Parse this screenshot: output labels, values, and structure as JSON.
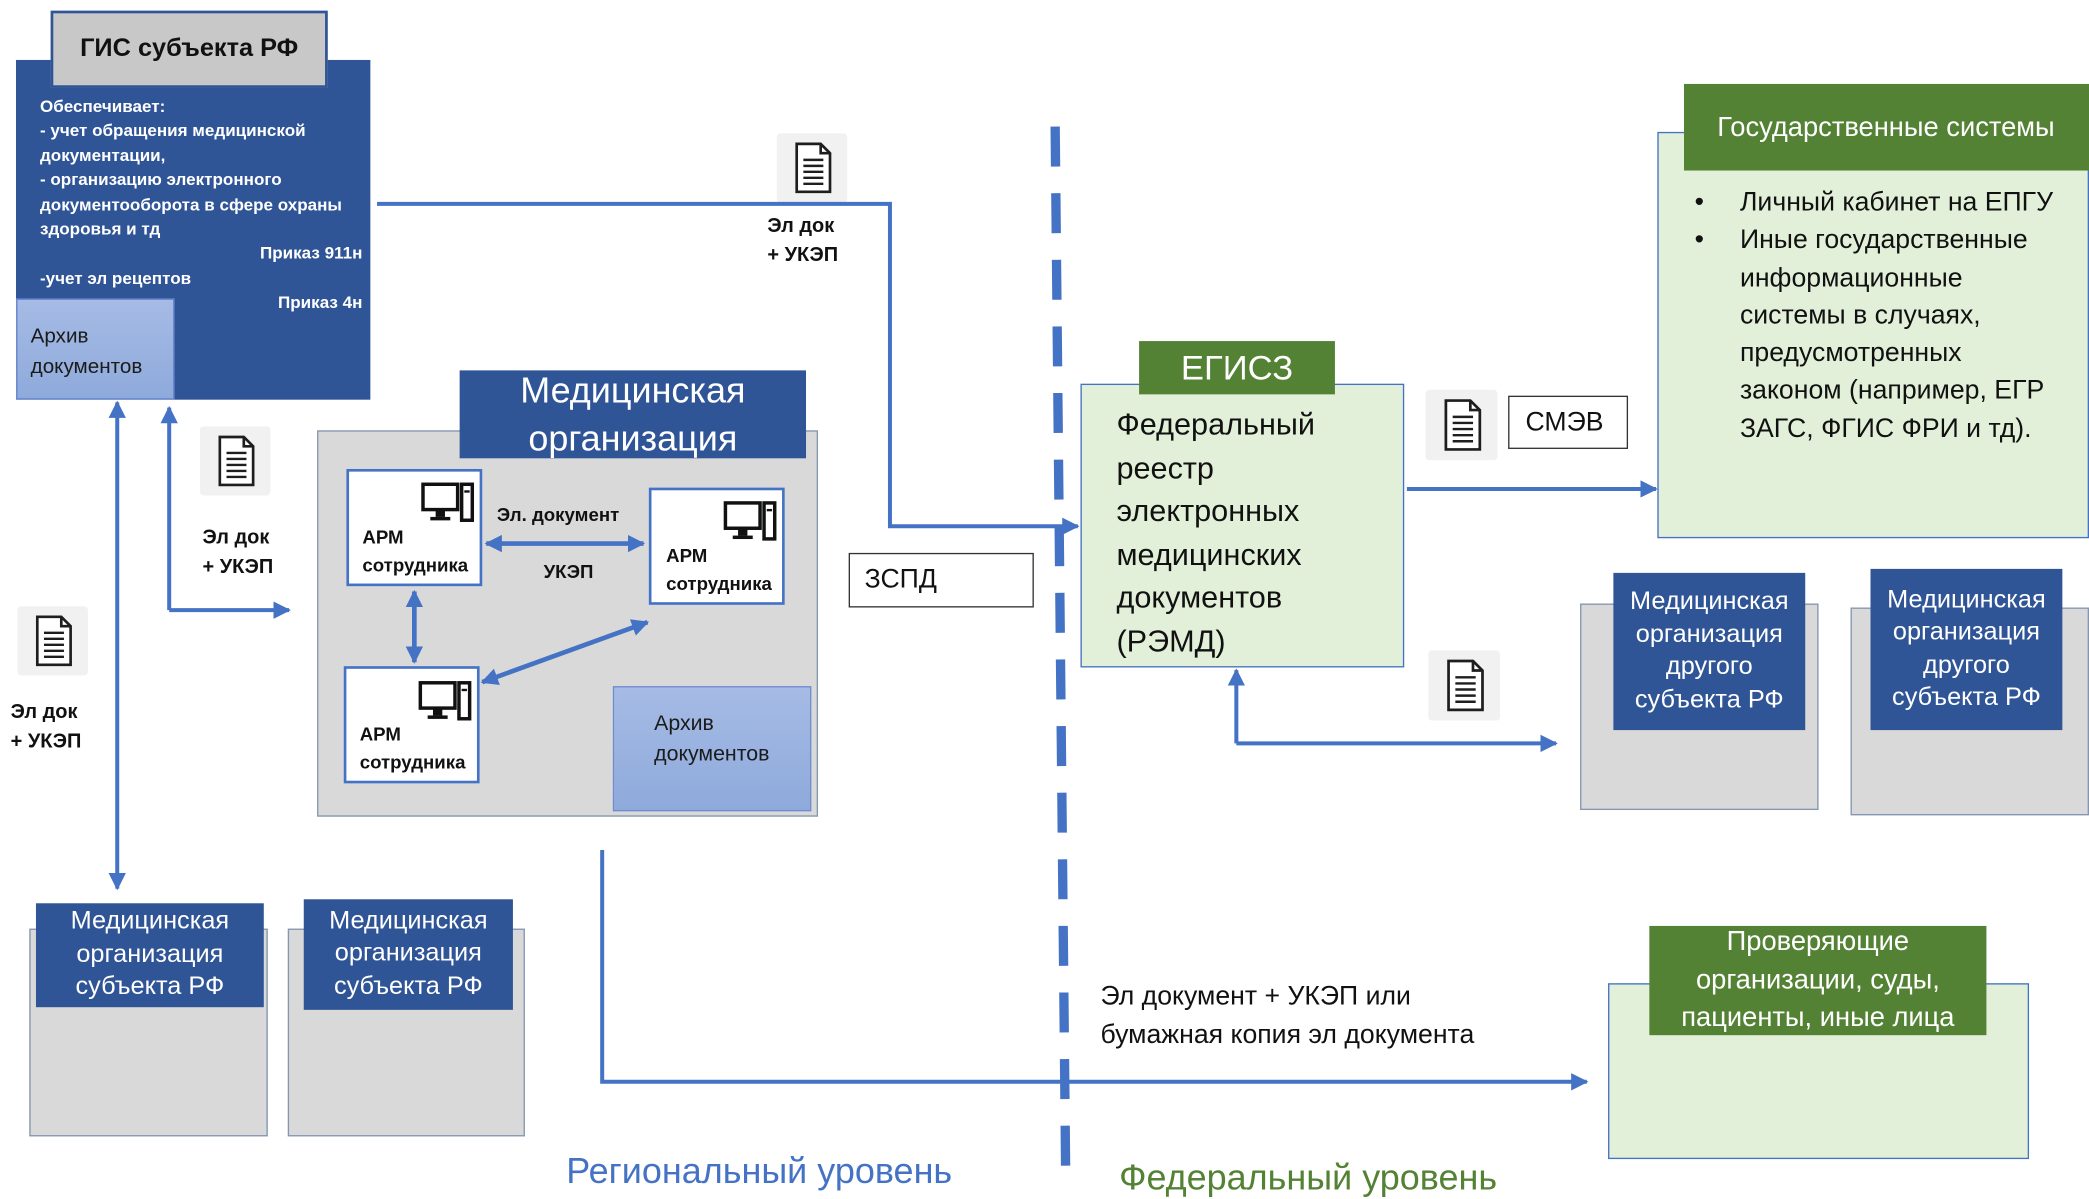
{
  "colors": {
    "dark_blue": "#2f5597",
    "connector_blue": "#4472c4",
    "archive_blue": "#8eaadb",
    "green": "#548235",
    "light_green": "#e2f0d9",
    "gray": "#d9d9d9"
  },
  "icons": {
    "document": "document-icon",
    "workstation": "computer-icon"
  },
  "gis": {
    "title": "ГИС субъекта РФ",
    "provides": "Обеспечивает:",
    "item1": "- учет обращения медицинской\nдокументации,",
    "item2": "- организацию электронного\nдокументооборота в сфере охраны\nздоровья и тд",
    "order1": "Приказ 911н",
    "item3": "-учет эл рецептов",
    "order2": "Приказ 4н",
    "archive": "Архив\nдокументов"
  },
  "doc_labels": {
    "gis_to_egisz": "Эл док\n+ УКЭП",
    "gis_to_medical_org": "Эл док\n+ УКЭП",
    "gis_to_region_orgs": "Эл док\n+ УКЭП"
  },
  "medical_org": {
    "title": "Медицинская\nорганизация",
    "arm": [
      "АРМ\nсотрудника",
      "АРМ\nсотрудника",
      "АРМ\nсотрудника"
    ],
    "exchange_label": "Эл. документ",
    "exchange_sign": "УКЭП",
    "archive": "Архив\nдокументов"
  },
  "zspd": "ЗСПД",
  "egisz": {
    "title": "ЕГИСЗ",
    "registry": "Федеральный\nреестр\nэлектронных\nмедицинских\nдокументов\n(РЭМД)"
  },
  "smev": "СМЭВ",
  "gov_systems": {
    "title": "Государственные системы",
    "items": [
      "Личный кабинет на ЕПГУ",
      "Иные государственные\nинформационные\nсистемы в случаях,\nпредусмотренных\nзаконом (например, ЕГР\nЗАГС, ФГИС ФРИ и тд)."
    ]
  },
  "other_region_orgs": [
    "Медицинская\nорганизация\nдругого\nсубъекта РФ",
    "Медицинская\nорганизация\nдругого\nсубъекта РФ"
  ],
  "region_orgs": [
    "Медицинская\nорганизация\nсубъекта РФ",
    "Медицинская\nорганизация\nсубъекта РФ"
  ],
  "paper_copy_label": "Эл документ + УКЭП или\nбумажная копия эл документа",
  "inspectors": "Проверяющие\nорганизации, суды,\nпациенты, иные лица",
  "levels": {
    "regional": "Региональный уровень",
    "federal": "Федеральный уровень"
  }
}
